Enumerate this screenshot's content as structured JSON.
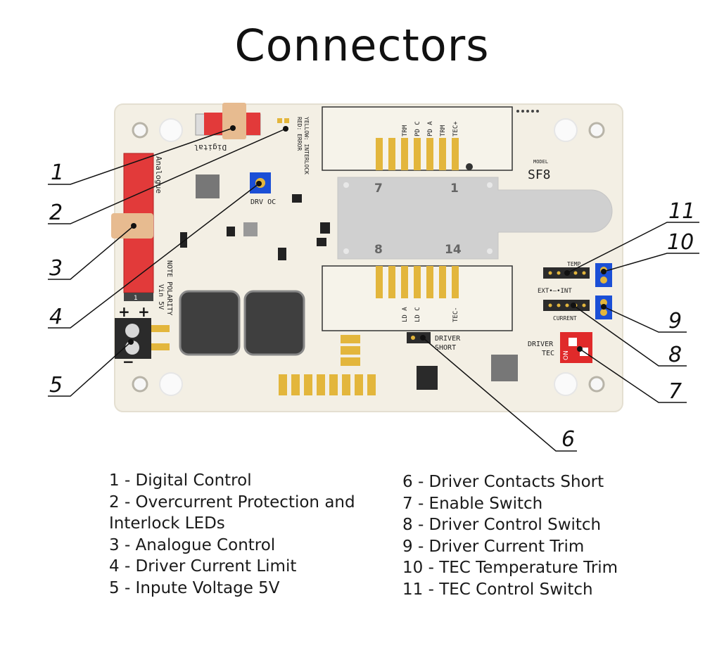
{
  "title": "Connectors",
  "board": {
    "model_label": "MODEL",
    "model_name": "SF8",
    "digital_label": "Digital",
    "analogue_label": "Analogue",
    "led_label_yellow": "YELLOW: INTERLOCK",
    "led_label_red": "RED: ERROR",
    "drv_oc_label": "DRV OC",
    "polarity_note_1": "NOTE POLARITY",
    "polarity_note_2": "Vin 5V",
    "plus_label": "+",
    "minus_label": "−",
    "top_pins": [
      "TRM",
      "PD C",
      "PD A",
      "TRM",
      "TEC+"
    ],
    "bottom_pins": [
      "LD A",
      "LD C",
      "TEC-"
    ],
    "socket_pin_7": "7",
    "socket_pin_1": "1",
    "socket_pin_8": "8",
    "socket_pin_14": "14",
    "driver_short_1": "DRIVER",
    "driver_short_2": "SHORT",
    "temp_label": "TEMP",
    "ext_int_label": "EXT•—•INT",
    "current_label": "CURRENT",
    "driver_tec_1": "DRIVER",
    "driver_tec_2": "TEC",
    "switch_on_label": "ON",
    "header_pin1": "1"
  },
  "callouts": {
    "c1": "1",
    "c2": "2",
    "c3": "3",
    "c4": "4",
    "c5": "5",
    "c6": "6",
    "c7": "7",
    "c8": "8",
    "c9": "9",
    "c10": "10",
    "c11": "11"
  },
  "legend_left": [
    "1 - Digital Control",
    "2 - Overcurrent Protection and",
    "Interlock LEDs",
    "3 - Analogue Control",
    "4 - Driver Current Limit",
    "5 - Inpute Voltage 5V"
  ],
  "legend_right": [
    "6 - Driver Contacts Short",
    "7 - Enable Switch",
    "8 - Driver Control Switch",
    "9 - Driver Current Trim",
    "10 - TEC Temperature Trim",
    "11 - TEC Control Switch"
  ],
  "colors": {
    "board": "#f3efe4",
    "connector_red": "#e23a3a",
    "pad_gold": "#e3b63c",
    "trimmer_blue": "#1b4fd6",
    "switch_red": "#e02a2a",
    "socket_gray": "#d0d0d0"
  }
}
